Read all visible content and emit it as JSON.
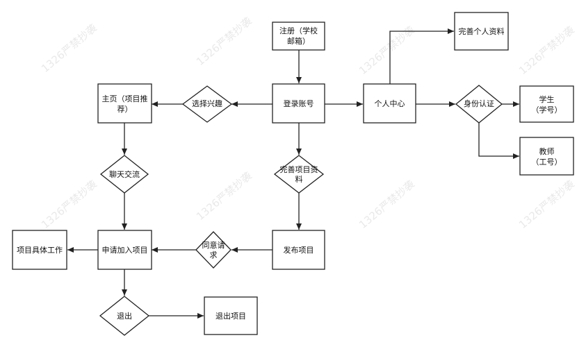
{
  "watermark": "1326严禁抄袭",
  "nodes": {
    "register": {
      "lines": [
        "注册（学校",
        "邮箱）"
      ]
    },
    "login": {
      "lines": [
        "登录账号"
      ]
    },
    "personal": {
      "lines": [
        "个人中心"
      ]
    },
    "profile": {
      "lines": [
        "完善个人资料"
      ]
    },
    "identity": {
      "lines": [
        "身份认证"
      ]
    },
    "student": {
      "lines": [
        "学生",
        "（学号）"
      ]
    },
    "teacher": {
      "lines": [
        "教师",
        "（工号）"
      ]
    },
    "interest": {
      "lines": [
        "选择兴趣"
      ]
    },
    "home": {
      "lines": [
        "主页（项目推",
        "荐）"
      ]
    },
    "chat": {
      "lines": [
        "聊天交流"
      ]
    },
    "complete_project": {
      "lines": [
        "完善项目资",
        "料"
      ]
    },
    "publish": {
      "lines": [
        "发布项目"
      ]
    },
    "agree": {
      "lines": [
        "同意请",
        "求"
      ]
    },
    "apply": {
      "lines": [
        "申请加入项目"
      ]
    },
    "work": {
      "lines": [
        "项目具体工作"
      ]
    },
    "quit": {
      "lines": [
        "退出"
      ]
    },
    "quit_project": {
      "lines": [
        "退出项目"
      ]
    }
  }
}
